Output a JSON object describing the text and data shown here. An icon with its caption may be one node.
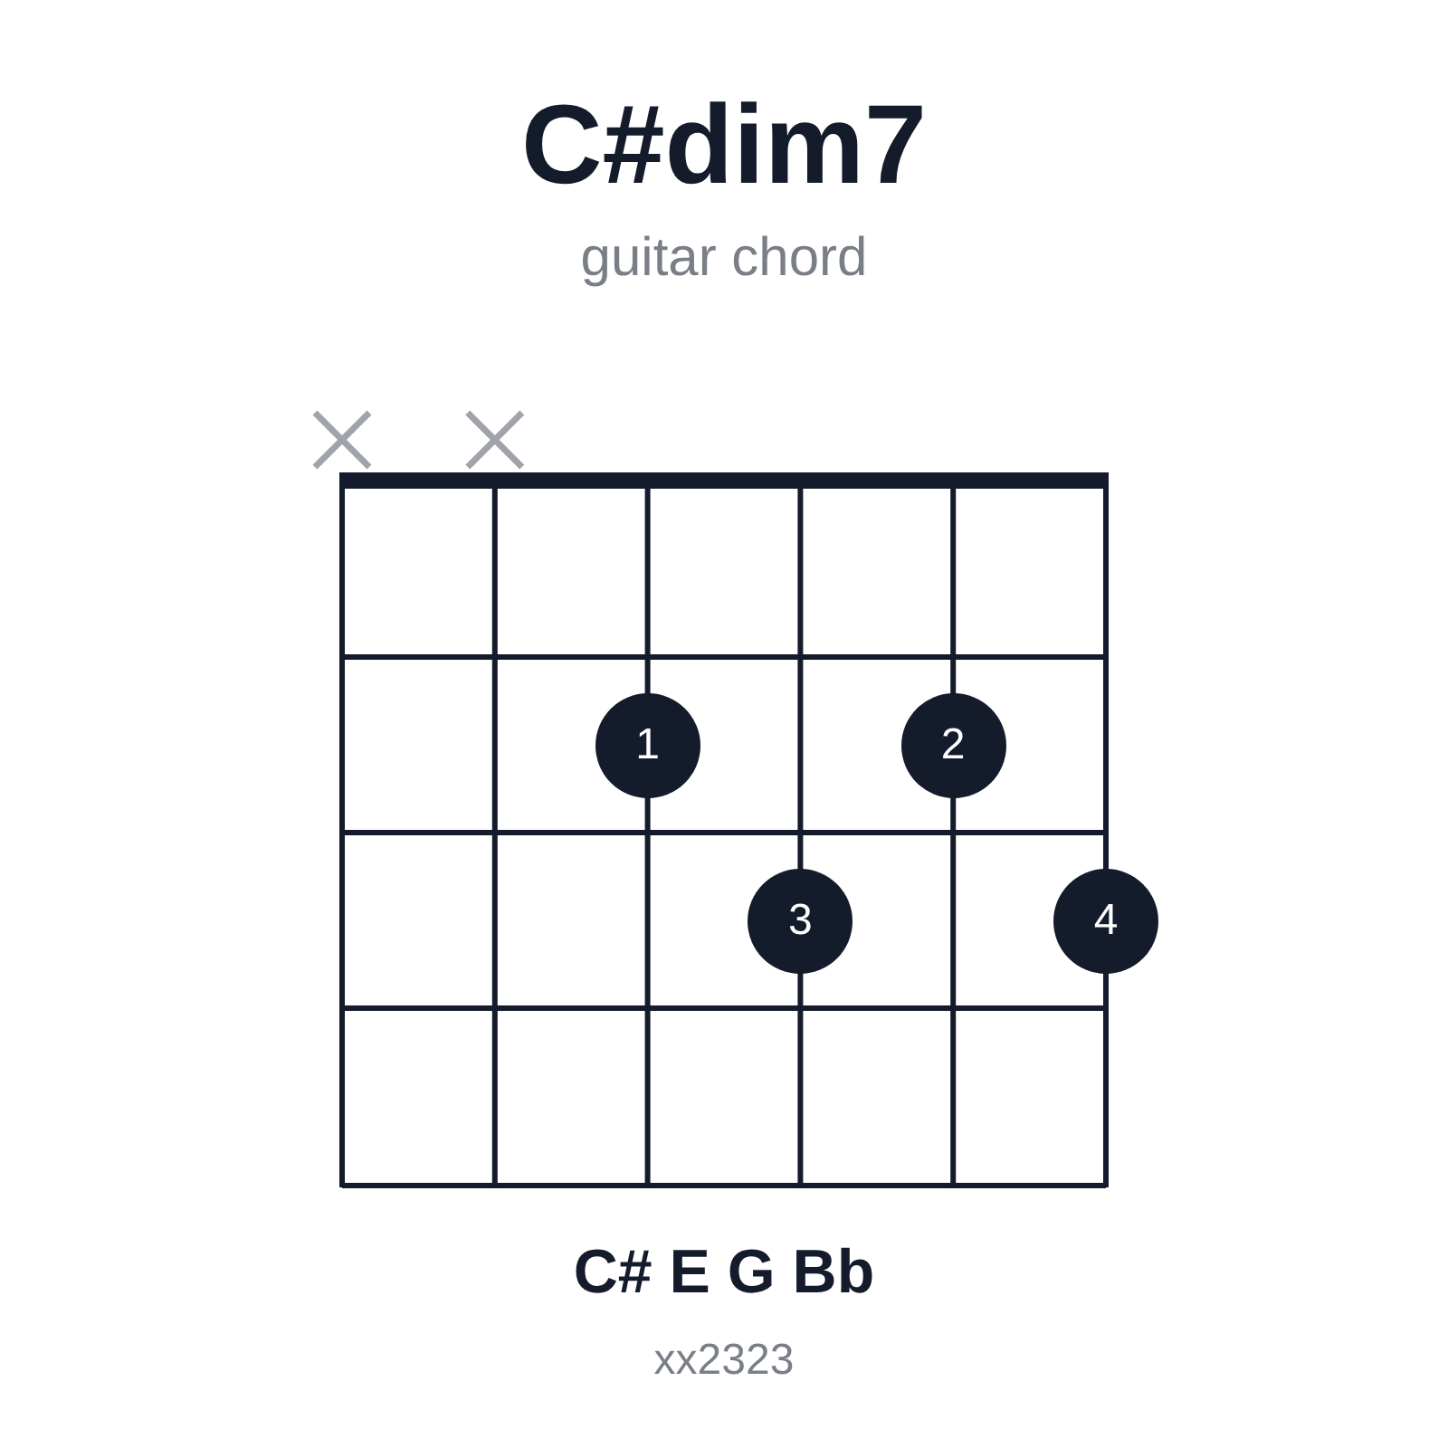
{
  "diagram": {
    "title": "C#dim7",
    "nodes": [
      {
        "text": [
          "1"
        ]
      },
      {
        "text": [
          "2"
        ]
      },
      {
        "text": [
          "3"
        ]
      },
      {
        "text": [
          "4"
        ]
      }
    ],
    "labels": [
      "guitar chord",
      "C# E G Bb",
      "xx2323"
    ]
  }
}
